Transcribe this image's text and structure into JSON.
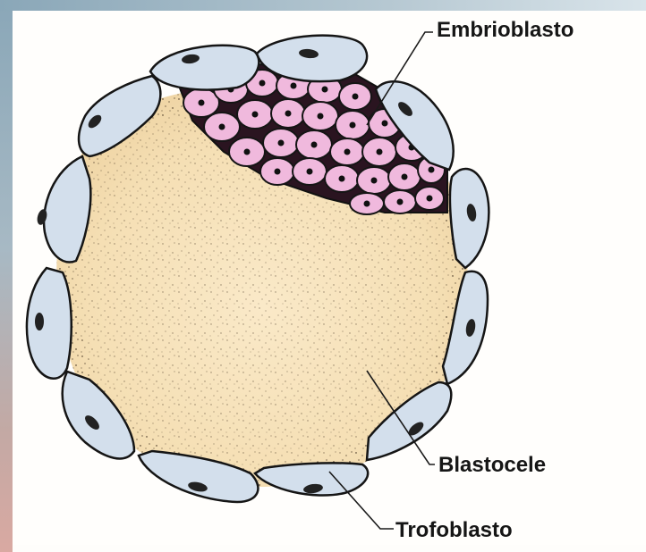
{
  "labels": {
    "embryoblast": "Embrioblasto",
    "blastocoel": "Blastocele",
    "trophoblast": "Trofoblasto"
  },
  "colors": {
    "trophoblast_cell": "#d3dfec",
    "inner_cell_mass": "#f0b9dd",
    "blastocoel_fill": "#f6dfb6",
    "outline": "#111111"
  }
}
